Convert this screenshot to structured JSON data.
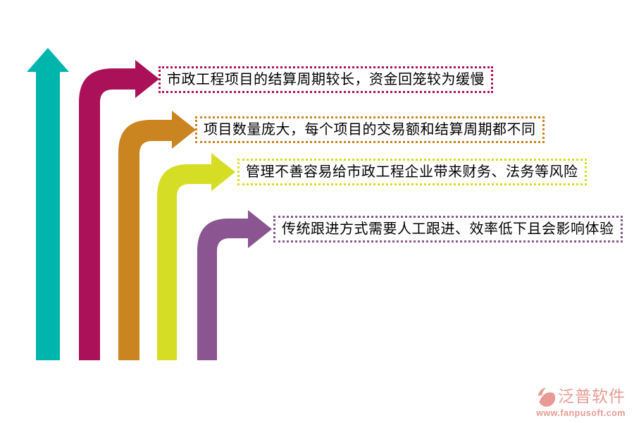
{
  "figure": {
    "type": "arrow-list-diagram",
    "background": "#ffffff",
    "text_color": "#000000"
  },
  "arrows": [
    {
      "id": "baseline-up-arrow",
      "shape": "straight-up",
      "color": "#00b5ab"
    },
    {
      "id": "curved-arrow-1",
      "shape": "up-then-right",
      "color": "#ab1159"
    },
    {
      "id": "curved-arrow-2",
      "shape": "up-then-right",
      "color": "#ca8420"
    },
    {
      "id": "curved-arrow-3",
      "shape": "up-then-right",
      "color": "#d5de24"
    },
    {
      "id": "curved-arrow-4",
      "shape": "up-then-right",
      "color": "#8a5590"
    }
  ],
  "notes": [
    {
      "text": "市政工程项目的结算周期较长，资金回笼较为缓慢",
      "border_color": "#ab1159"
    },
    {
      "text": "项目数量庞大，每个项目的交易额和结算周期都不同",
      "border_color": "#ca8420"
    },
    {
      "text": "管理不善容易给市政工程企业带来财务、法务等风险",
      "border_color": "#d5de24"
    },
    {
      "text": "传统跟进方式需要人工跟进、效率低下且会影响体验",
      "border_color": "#8a5590"
    }
  ],
  "watermark": {
    "brand": "泛普软件",
    "url": "www.fanpusoft.com",
    "color": "#e89b94"
  }
}
